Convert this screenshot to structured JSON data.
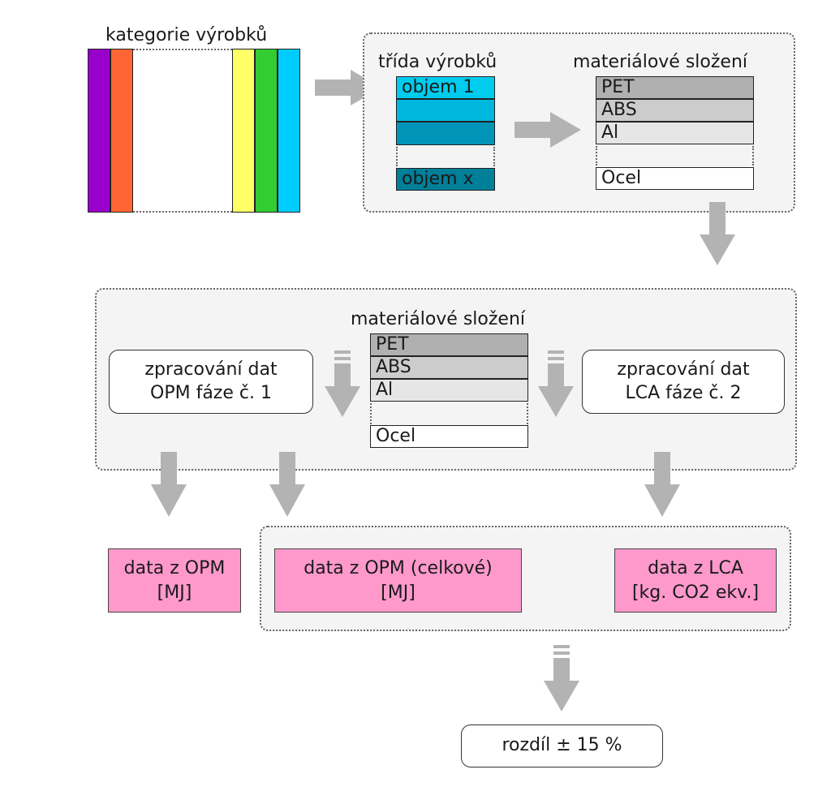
{
  "categories": {
    "title": "kategorie výrobků",
    "stripe_colors": [
      "#9900cc",
      "#ff6633",
      "#ffff66",
      "#33cc33",
      "#00ccff"
    ]
  },
  "top_panel": {
    "class_title": "třída výrobků",
    "class_items": [
      "objem 1",
      "",
      "",
      "objem x"
    ],
    "class_colors": [
      "#00ccee",
      "#00b7e0",
      "#0095b8",
      "#007f99"
    ],
    "material_title": "materiálové složení",
    "materials": [
      "PET",
      "ABS",
      "Al",
      "Ocel"
    ],
    "material_colors": [
      "#b0b0b0",
      "#cccccc",
      "#e6e6e6",
      "#ffffff"
    ]
  },
  "middle_panel": {
    "material_title": "materiálové složení",
    "materials": [
      "PET",
      "ABS",
      "Al",
      "Ocel"
    ],
    "left_box": [
      "zpracování dat",
      "OPM fáze č. 1"
    ],
    "right_box": [
      "zpracování dat",
      "LCA fáze č. 2"
    ]
  },
  "results": {
    "opm": [
      "data z OPM",
      "[MJ]"
    ],
    "opm_total": [
      "data z OPM (celkové)",
      "[MJ]"
    ],
    "lca": [
      "data z LCA",
      "[kg. CO2 ekv.]"
    ]
  },
  "final": {
    "label": "rozdíl ± 15 %"
  },
  "colors": {
    "arrow": "#b3b3b3",
    "result_fill": "#ff99cc",
    "panel_fill": "#f4f4f4"
  }
}
